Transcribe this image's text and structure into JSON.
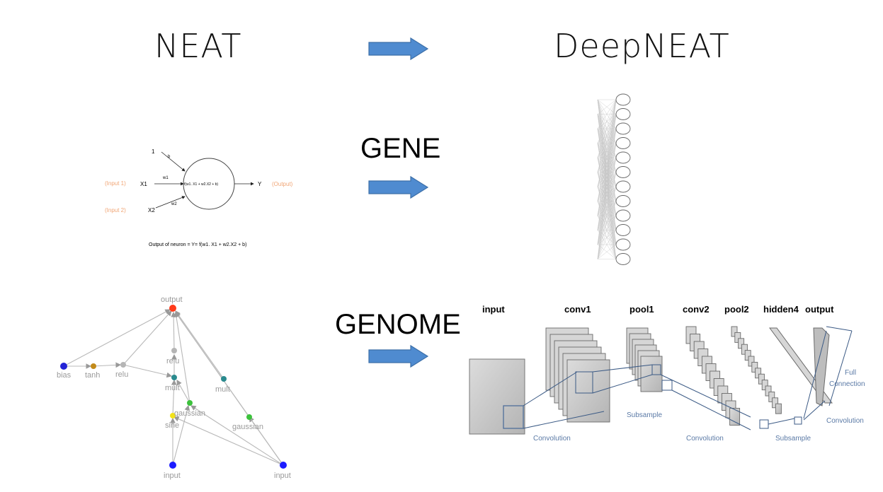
{
  "headings": {
    "left": "NEAT",
    "right": "DeepNEAT"
  },
  "labels": {
    "gene": "GENE",
    "genome": "GENOME"
  },
  "colors": {
    "arrow_fill": "#4f8bd0",
    "arrow_stroke": "#3c6fa8",
    "input_orange": "#f0a575"
  },
  "neuron": {
    "bias_in": "1",
    "bias_w": "b",
    "input1_tag": "(Input 1)",
    "input1": "X1",
    "w1": "w1",
    "input2_tag": "(Input 2)",
    "input2": "X2",
    "w2": "w2",
    "func": "f(w1. X1 + w2.X2 + b)",
    "output": "Y",
    "output_tag": "(Output)",
    "caption": "Output of neuron  = Y= f(w1. X1 + w2.X2 + b)"
  },
  "genome_graph": {
    "nodes": {
      "output": "output",
      "relu_top": "relu",
      "mult_center": "mult",
      "mult_right": "mult",
      "bias": "bias",
      "tanh": "tanh",
      "relu_left": "relu",
      "gaussian_center": "gaussian",
      "sine": "sine",
      "gaussian_right": "gaussian",
      "input_left": "input",
      "input_right": "input"
    },
    "node_colors": {
      "output": "#ff3a1a",
      "bias": "#2424d6",
      "tanh": "#c28a1a",
      "relu": "#b5b5b5",
      "mult": "#2a8a8e",
      "gaussian": "#3cc23c",
      "sine": "#f2e21a",
      "input": "#1c1cff"
    }
  },
  "cnn": {
    "layers": {
      "input": "input",
      "conv1": "conv1",
      "pool1": "pool1",
      "conv2": "conv2",
      "pool2": "pool2",
      "hidden4": "hidden4",
      "output": "output"
    },
    "annotations": {
      "convolution_1": "Convolution",
      "subsample_1": "Subsample",
      "convolution_2": "Convolution",
      "subsample_2": "Subsample",
      "full_connection_1": "Full",
      "full_connection_2": "Connection",
      "convolution_3": "Convolution"
    }
  }
}
